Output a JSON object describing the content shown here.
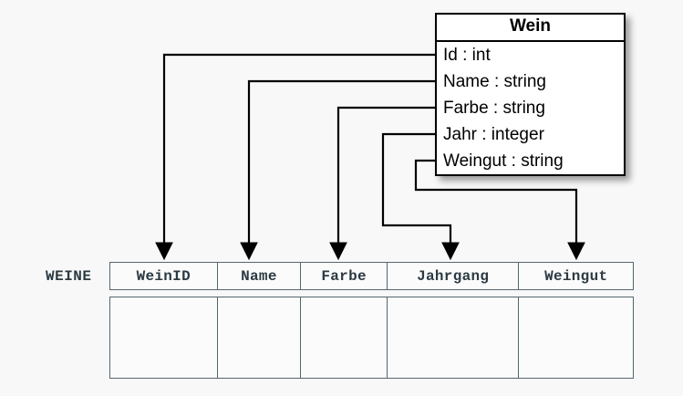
{
  "diagram": {
    "title": "Wein",
    "uml_class": {
      "name": "Wein",
      "attributes": [
        {
          "label": "Id : int",
          "name": "Id",
          "type": "int"
        },
        {
          "label": "Name : string",
          "name": "Name",
          "type": "string"
        },
        {
          "label": "Farbe : string",
          "name": "Farbe",
          "type": "string"
        },
        {
          "label": "Jahr : integer",
          "name": "Jahr",
          "type": "integer"
        },
        {
          "label": "Weingut : string",
          "name": "Weingut",
          "type": "string"
        }
      ]
    },
    "relation": {
      "label": "WEINE",
      "columns": [
        {
          "header": "WeinID"
        },
        {
          "header": "Name"
        },
        {
          "header": "Farbe"
        },
        {
          "header": "Jahrgang"
        },
        {
          "header": "Weingut"
        }
      ],
      "rows": [
        [
          "",
          "",
          "",
          "",
          ""
        ]
      ]
    },
    "mappings": [
      {
        "from": "Id",
        "to": "WeinID"
      },
      {
        "from": "Name",
        "to": "Name"
      },
      {
        "from": "Farbe",
        "to": "Farbe"
      },
      {
        "from": "Jahr",
        "to": "Jahrgang"
      },
      {
        "from": "Weingut",
        "to": "Weingut"
      }
    ],
    "colors": {
      "background": "#f8f8f8",
      "line": "#000000",
      "class_border": "#000000",
      "class_fill": "#ffffff",
      "table_border": "#55666e",
      "table_text": "#2b3a42"
    }
  }
}
